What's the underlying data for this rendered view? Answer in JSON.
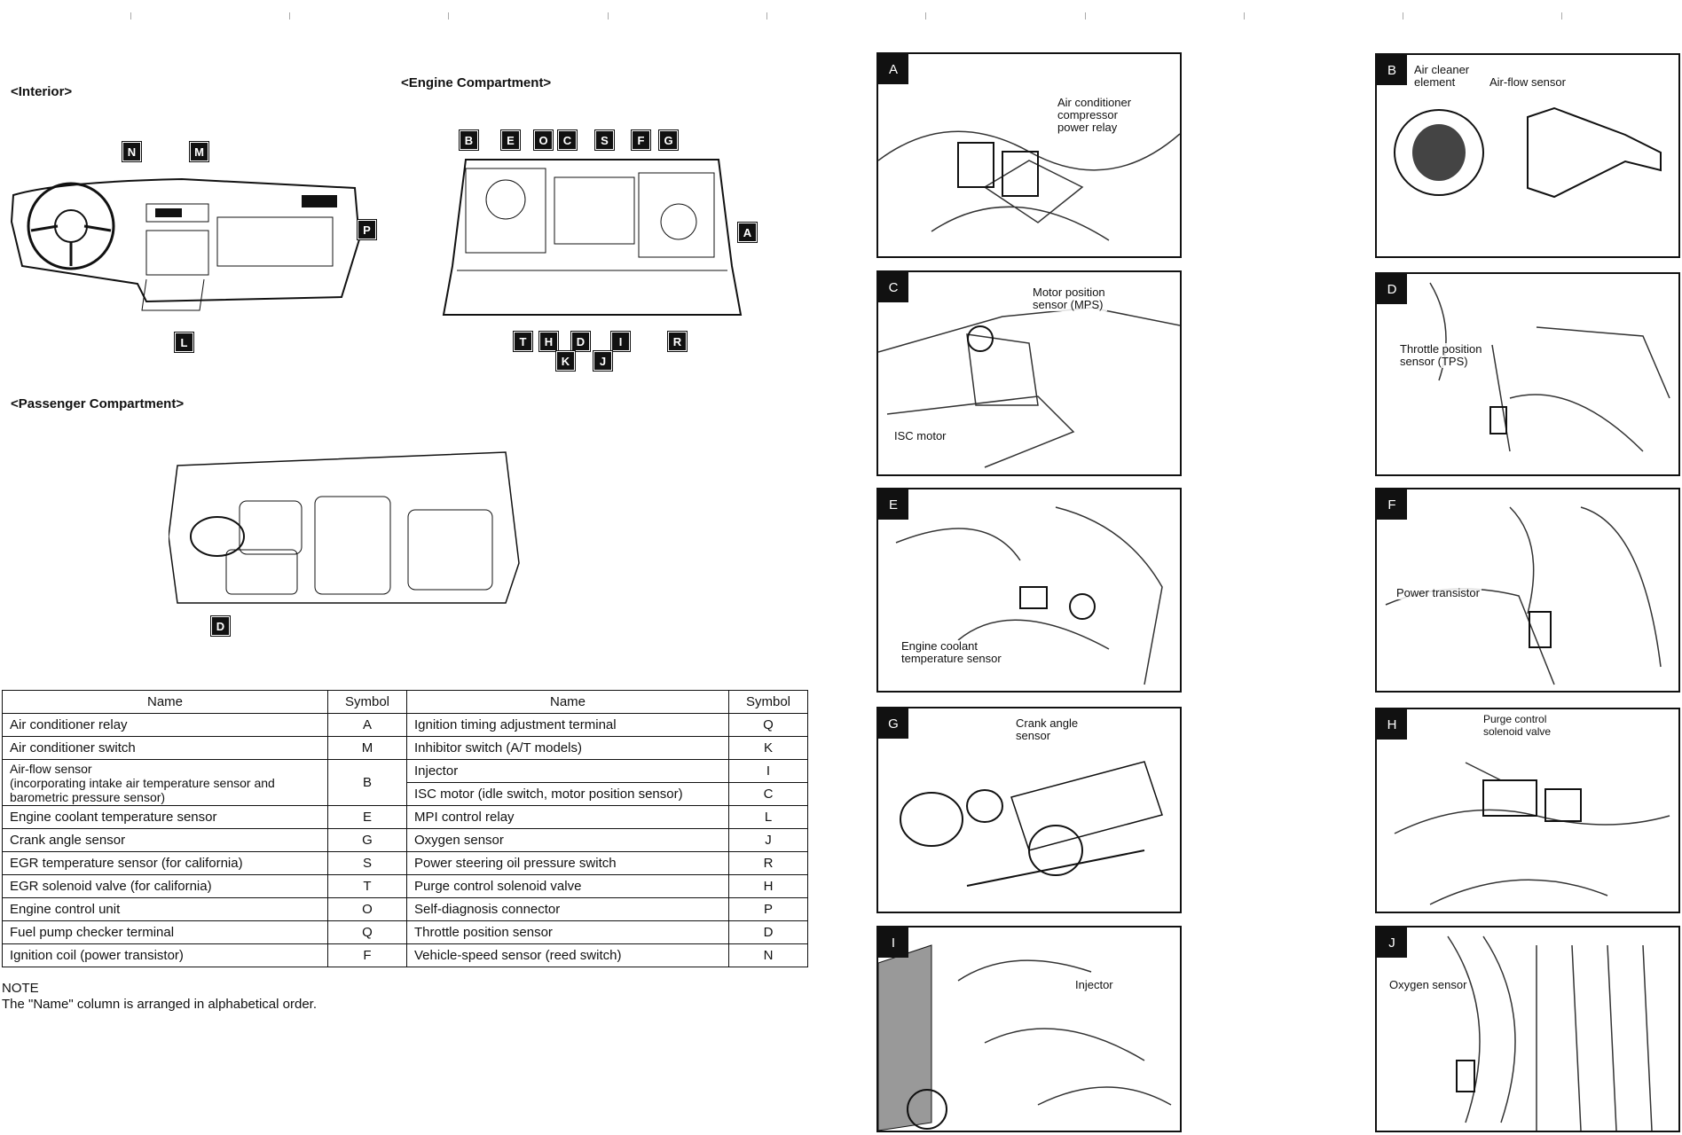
{
  "headings": {
    "interior": "<Interior>",
    "engine": "<Engine Compartment>",
    "passenger": "<Passenger Compartment>"
  },
  "interior_badges": [
    "N",
    "M",
    "P",
    "L"
  ],
  "engine_badges_top": [
    "B",
    "E",
    "O",
    "C",
    "S",
    "F",
    "G"
  ],
  "engine_badge_right": "A",
  "engine_badges_bottom": [
    "T",
    "H",
    "D",
    "I",
    "R",
    "K",
    "J"
  ],
  "passenger_badge": "D",
  "table": {
    "headers": [
      "Name",
      "Symbol",
      "Name",
      "Symbol"
    ],
    "rows": [
      {
        "n1": "Air conditioner relay",
        "s1": "A",
        "n2": "Ignition timing adjustment terminal",
        "s2": "Q"
      },
      {
        "n1": "Air conditioner switch",
        "s1": "M",
        "n2": "Inhibitor switch (A/T models)",
        "s2": "K"
      },
      {
        "n1": "Air-flow sensor\n(incorporating intake air temperature sensor and barometric pressure sensor)",
        "s1": "B",
        "n2": "Injector",
        "s2": "I",
        "n2b": "ISC motor (idle switch, motor position sensor)",
        "s2b": "C"
      },
      {
        "n1": "Engine coolant temperature sensor",
        "s1": "E",
        "n2": "MPI control relay",
        "s2": "L"
      },
      {
        "n1": "Crank angle sensor",
        "s1": "G",
        "n2": "Oxygen sensor",
        "s2": "J"
      },
      {
        "n1": "EGR temperature sensor (for california)",
        "s1": "S",
        "n2": "Power steering oil pressure switch",
        "s2": "R"
      },
      {
        "n1": "EGR solenoid valve (for california)",
        "s1": "T",
        "n2": "Purge control solenoid valve",
        "s2": "H"
      },
      {
        "n1": "Engine control unit",
        "s1": "O",
        "n2": "Self-diagnosis connector",
        "s2": "P"
      },
      {
        "n1": "Fuel pump checker terminal",
        "s1": "Q",
        "n2": "Throttle position sensor",
        "s2": "D"
      },
      {
        "n1": "Ignition coil (power transistor)",
        "s1": "F",
        "n2": "Vehicle-speed sensor (reed switch)",
        "s2": "N"
      }
    ]
  },
  "note": {
    "title": "NOTE",
    "text": "The \"Name\" column is arranged in alphabetical order."
  },
  "panels": [
    {
      "label": "A",
      "callouts": [
        "Air conditioner\ncompressor\npower relay"
      ]
    },
    {
      "label": "B",
      "callouts": [
        "Air cleaner\nelement",
        "Air-flow sensor"
      ]
    },
    {
      "label": "C",
      "callouts": [
        "Motor position\nsensor (MPS)",
        "ISC motor"
      ]
    },
    {
      "label": "D",
      "callouts": [
        "Throttle position\nsensor (TPS)"
      ]
    },
    {
      "label": "E",
      "callouts": [
        "Engine coolant\ntemperature sensor"
      ]
    },
    {
      "label": "F",
      "callouts": [
        "Power transistor"
      ]
    },
    {
      "label": "G",
      "callouts": [
        "Crank angle\nsensor"
      ]
    },
    {
      "label": "H",
      "callouts": [
        "Purge control\nsolenoid valve"
      ]
    },
    {
      "label": "I",
      "callouts": [
        "Injector"
      ]
    },
    {
      "label": "J",
      "callouts": [
        "Oxygen sensor"
      ]
    }
  ]
}
